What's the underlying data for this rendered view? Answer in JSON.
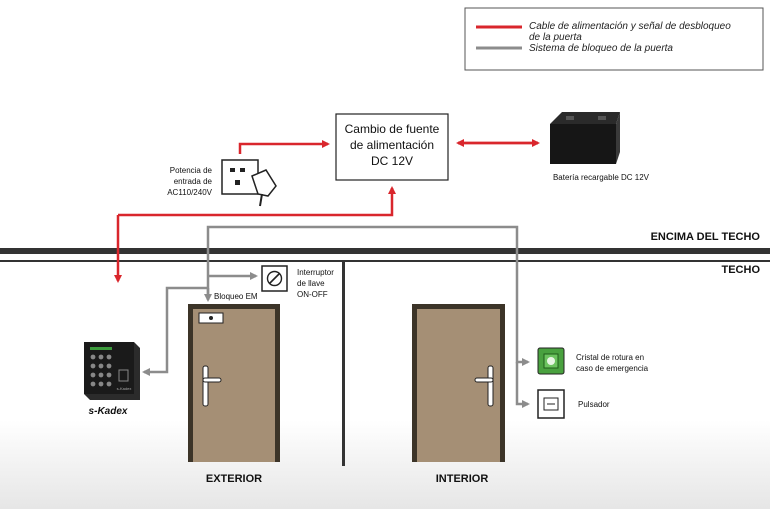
{
  "legend": {
    "red_line_label_1": "Cable de alimentación y señal de desbloqueo",
    "red_line_label_2": "de la puerta",
    "grey_line_label": "Sistema de bloqueo de la puerta"
  },
  "power_box": {
    "line1": "Cambio de fuente",
    "line2": "de alimentación",
    "line3": "DC 12V"
  },
  "mains_input": {
    "line1": "Potencia de",
    "line2": "entrada de",
    "line3": "AC110/240V"
  },
  "battery": {
    "label": "Batería recargable DC 12V"
  },
  "zones": {
    "above_ceiling": "ENCIMA DEL TECHO",
    "ceiling": "TECHO"
  },
  "key_switch": {
    "line1": "Interruptor",
    "line2": "de llave",
    "line3": "ON-OFF"
  },
  "em_lock": {
    "label": "Bloqueo EM"
  },
  "keypad": {
    "brand": "s-Kadex",
    "small_brand": "s-Kadex"
  },
  "break_glass": {
    "line1": "Cristal de rotura en",
    "line2": "caso de emergencia"
  },
  "push_button": {
    "label": "Pulsador"
  },
  "doors": {
    "exterior": "EXTERIOR",
    "interior": "INTERIOR"
  },
  "colors": {
    "power_line": "#d9262c",
    "lock_line": "#8c8c8c",
    "door": "#a58f75",
    "door_frame": "#3c3428",
    "ceiling": "#333333"
  }
}
